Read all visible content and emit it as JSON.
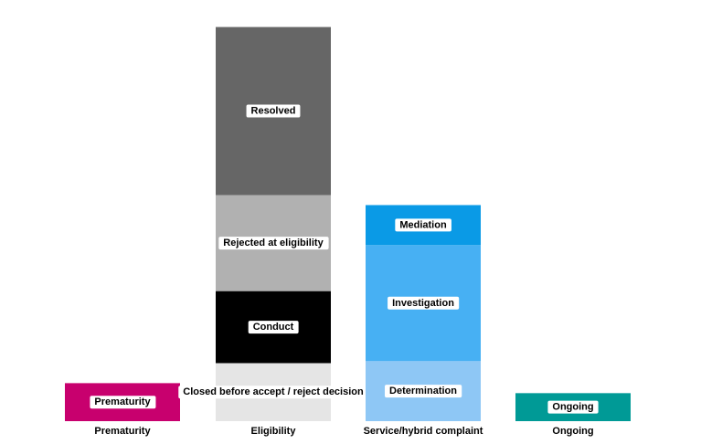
{
  "chart_data": {
    "type": "bar",
    "stacked": true,
    "title": "",
    "xlabel": "",
    "ylabel": "",
    "axes_visible": false,
    "grid": false,
    "legend": "none",
    "ylim": [
      0,
      100
    ],
    "categories": [
      "Prematurity",
      "Eligibility",
      "Service/hybrid complaint",
      "Ongoing"
    ],
    "stacks": [
      {
        "category": "Prematurity",
        "segments": [
          {
            "label": "Prematurity",
            "value": 9.5,
            "color": "#c8006e"
          }
        ]
      },
      {
        "category": "Eligibility",
        "segments": [
          {
            "label": "Closed before accept / reject decision",
            "value": 14.5,
            "color": "#e5e5e5"
          },
          {
            "label": "Conduct",
            "value": 18,
            "color": "#000000"
          },
          {
            "label": "Rejected at eligibility",
            "value": 24,
            "color": "#b1b1b1"
          },
          {
            "label": "Resolved",
            "value": 42,
            "color": "#666666"
          }
        ]
      },
      {
        "category": "Service/hybrid complaint",
        "segments": [
          {
            "label": "Determination",
            "value": 15,
            "color": "#8ec7f5"
          },
          {
            "label": "Investigation",
            "value": 29,
            "color": "#47b0f3"
          },
          {
            "label": "Mediation",
            "value": 10,
            "color": "#0a9ae6"
          }
        ]
      },
      {
        "category": "Ongoing",
        "segments": [
          {
            "label": "Ongoing",
            "value": 7,
            "color": "#009a96"
          }
        ]
      }
    ]
  }
}
